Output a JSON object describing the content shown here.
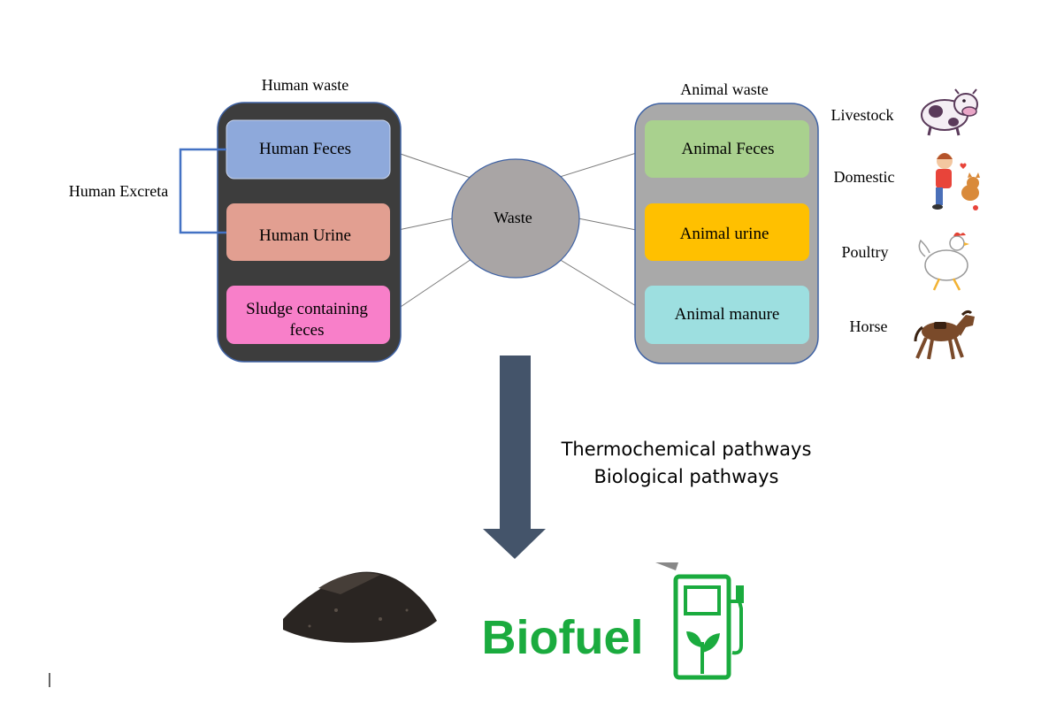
{
  "human": {
    "title": "Human waste",
    "excreta_label": "Human Excreta",
    "items": [
      "Human Feces",
      "Human Urine"
    ],
    "sludge_line1": "Sludge containing",
    "sludge_line2": "feces"
  },
  "center": {
    "label": "Waste"
  },
  "animal": {
    "title": "Animal waste",
    "items": [
      "Animal Feces",
      "Animal urine",
      "Animal manure"
    ],
    "sources": [
      "Livestock",
      "Domestic",
      "Poultry",
      "Horse"
    ]
  },
  "pathways": [
    "Thermochemical pathways",
    "Biological pathways"
  ],
  "products": {
    "biofuel": "Biofuel"
  },
  "colors": {
    "human_container": "#3d3d3d",
    "animal_container": "#a9a9a9",
    "container_border": "#3f62a4",
    "human_feces": "#8ea9db",
    "human_urine": "#e29f91",
    "sludge": "#f87fc9",
    "animal_feces": "#a9d18e",
    "animal_urine": "#ffc000",
    "animal_manure": "#9ddfe0",
    "waste_circle": "#a9a5a5",
    "arrow": "#44546a",
    "biofuel_green": "#1aab3e"
  },
  "icons": [
    "cow-icon",
    "person-with-dog-icon",
    "chicken-icon",
    "horse-icon",
    "soil-pile-icon",
    "fuel-pump-leaf-icon"
  ]
}
